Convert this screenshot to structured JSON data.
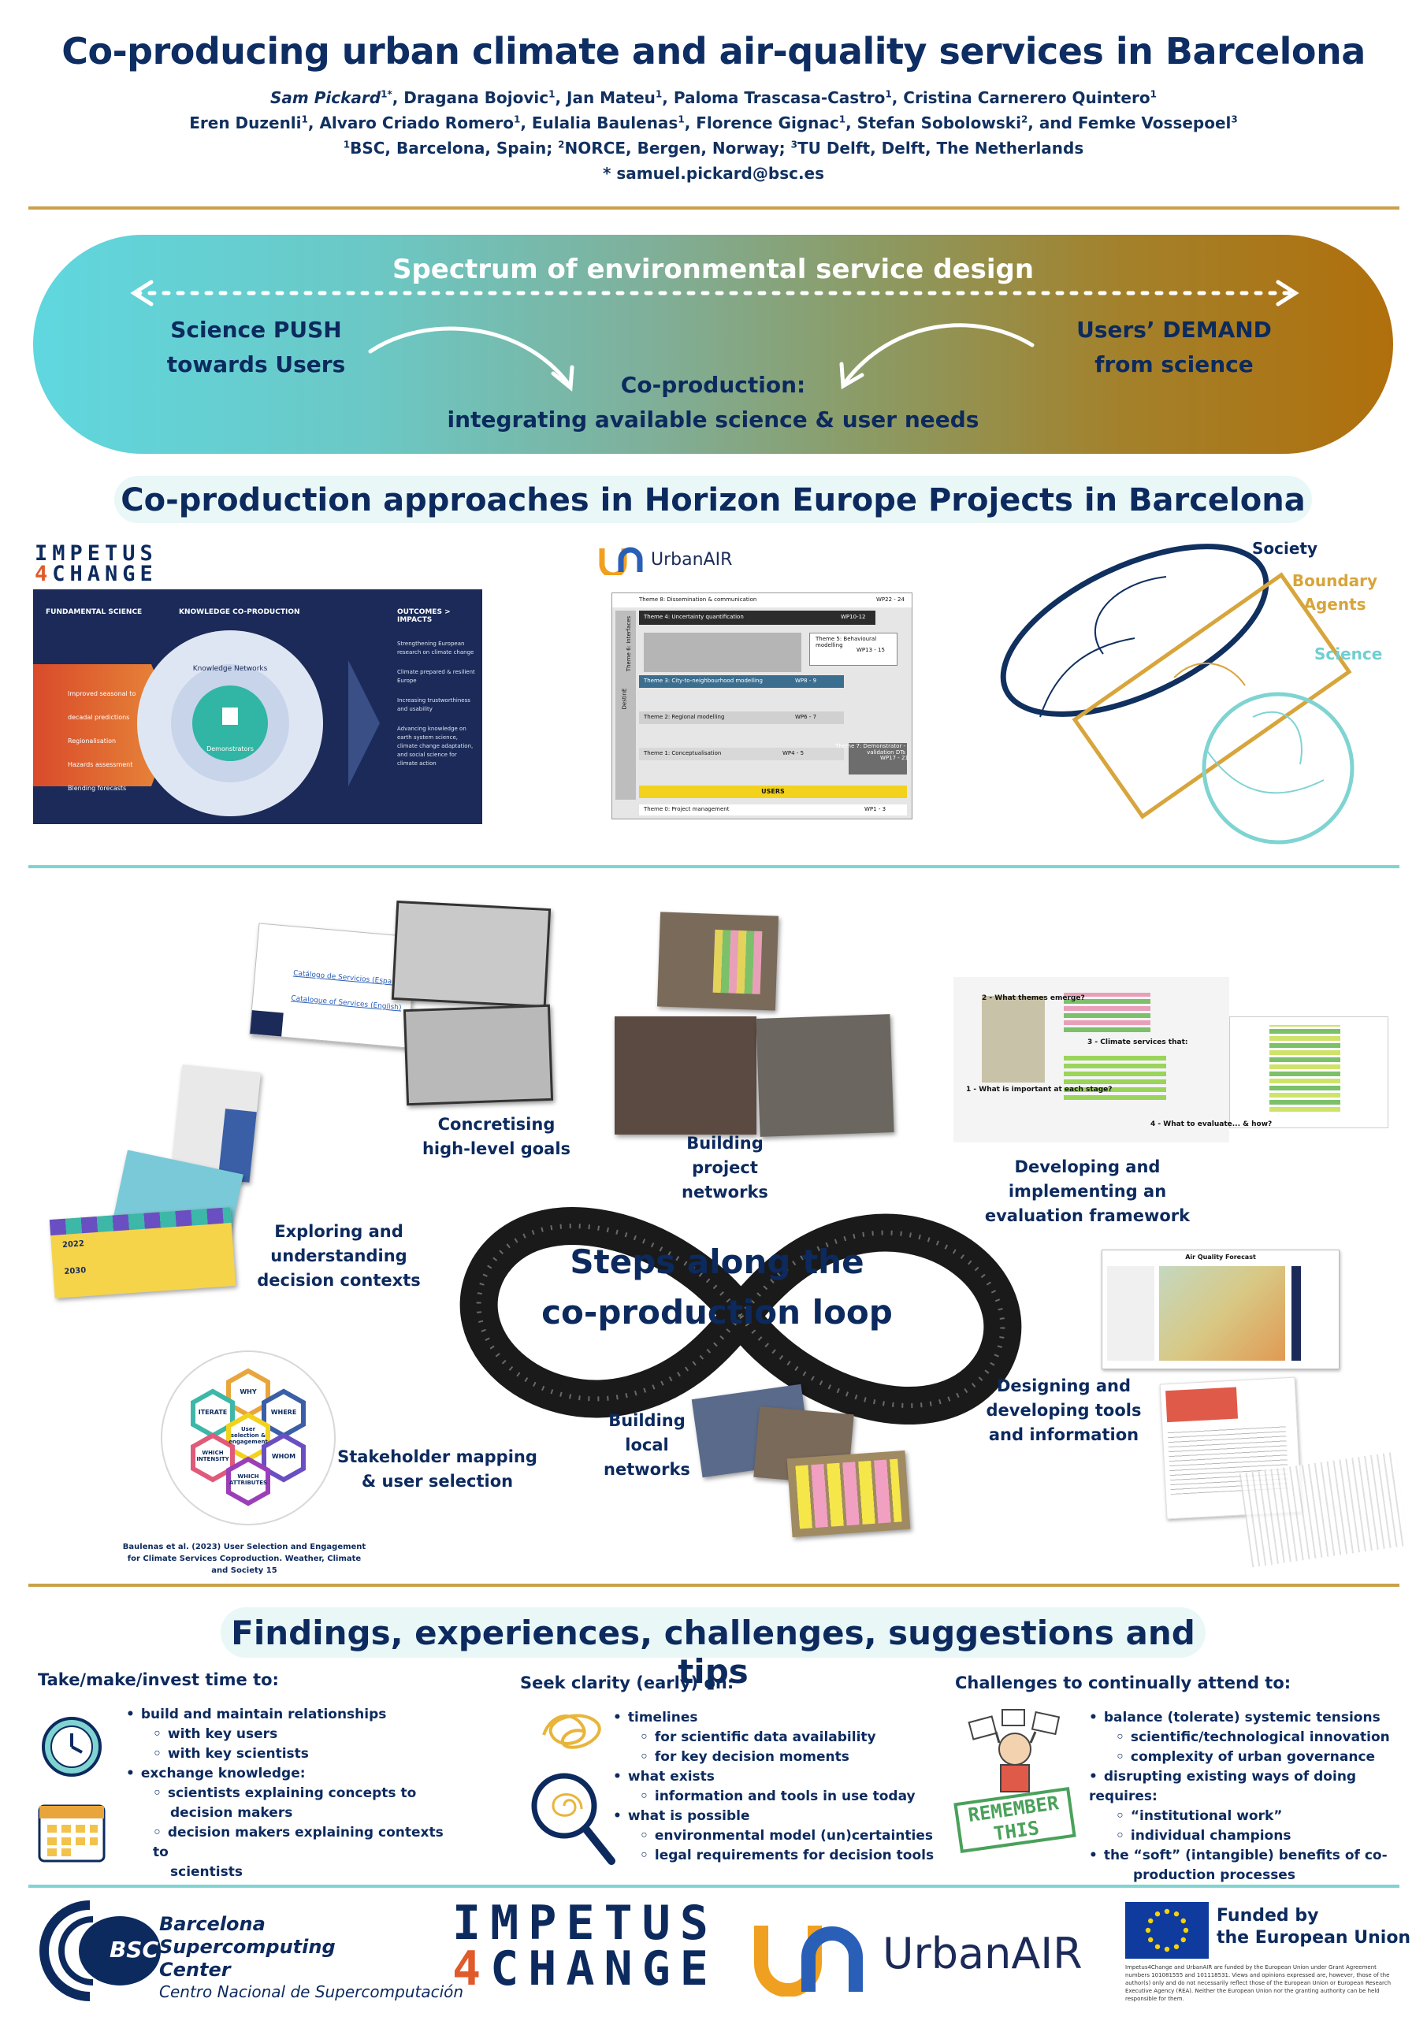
{
  "title": "Co-producing urban climate and air-quality services in Barcelona",
  "authors": {
    "line1": [
      {
        "name": "Sam Pickard",
        "sup": "1*"
      },
      {
        "name": "Dragana Bojovic",
        "sup": "1"
      },
      {
        "name": "Jan Mateu",
        "sup": "1"
      },
      {
        "name": "Paloma Trascasa-Castro",
        "sup": "1"
      },
      {
        "name": "Cristina Carnerero Quintero",
        "sup": "1"
      }
    ],
    "line2": [
      {
        "name": "Eren Duzenli",
        "sup": "1"
      },
      {
        "name": "Alvaro Criado Romero",
        "sup": "1"
      },
      {
        "name": "Eulalia Baulenas",
        "sup": "1"
      },
      {
        "name": "Florence Gignac",
        "sup": "1"
      },
      {
        "name": "Stefan Sobolowski",
        "sup": "2"
      },
      {
        "name": "and Femke Vossepoel",
        "sup": "3"
      }
    ],
    "affiliations": "BSC, Barcelona, Spain; NORCE, Bergen, Norway; TU Delft, Delft, The Netherlands",
    "aff_sup": [
      "1",
      "2",
      "3"
    ],
    "aff_parts": [
      "BSC, Barcelona, Spain; ",
      "NORCE, Bergen, Norway; ",
      "TU Delft, Delft, The Netherlands"
    ],
    "email": "* samuel.pickard@bsc.es"
  },
  "spectrum": {
    "heading": "Spectrum of environmental service design",
    "left_line1": "Science PUSH",
    "left_line2": "towards Users",
    "right_line1": "Users’ DEMAND",
    "right_line2": "from science",
    "center_line1": "Co-production:",
    "center_line2": "integrating available science & user needs"
  },
  "approaches": {
    "heading": "Co-production approaches in Horizon Europe Projects in Barcelona",
    "impetus_logo": [
      "IMPETUS",
      "4CHANGE"
    ],
    "impetus_figure": {
      "col1": "FUNDAMENTAL SCIENCE",
      "col2": "KNOWLEDGE CO-PRODUCTION",
      "col3": "OUTCOMES > IMPACTS",
      "left_items": [
        "Improved seasonal to decadal predictions",
        "Regionalisation",
        "Hazards assessment",
        "Blending forecasts"
      ],
      "center_top": "Knowledge Networks",
      "center_mid": "Demonstrators",
      "right_items": [
        "Strengthening European research on climate change",
        "Climate prepared & resilient Europe",
        "Increasing trustworthiness and usability",
        "Advancing knowledge on earth system science, climate change adaptation, and social science for climate action"
      ]
    },
    "urbanair_logo": "UrbanAIR",
    "urbanair_figure": {
      "t8": "Theme 8: Dissemination & communication",
      "t8wp": "WP22 - 24",
      "t4": "Theme 4: Uncertainty quantification",
      "t4wp": "WP10-12",
      "t5": "Theme 5: Behavioural modelling",
      "t5wp": "WP13 - 15",
      "t3": "Theme 3: City-to-neighbourhood modelling",
      "t3wp": "WP8 - 9",
      "t2": "Theme 2: Regional modelling",
      "t2wp": "WP6 - 7",
      "t1": "Theme 1: Conceptualisation",
      "t1wp": "WP4 - 5",
      "t7": "Theme 7: Demonstrator - validation DTs",
      "t7wp": "WP17 - 21",
      "users": "USERS",
      "t0": "Theme 0: Project management",
      "t0wp": "WP1 - 3",
      "side": "DestinE",
      "side2": "Theme 6: Interfaces"
    },
    "boundary": {
      "society": "Society",
      "agents_line1": "Boundary",
      "agents_line2": "Agents",
      "science": "Science"
    }
  },
  "loop": {
    "center_line1": "Steps along the",
    "center_line2": "co-production loop",
    "steps": {
      "concretising": [
        "Concretising",
        "high-level goals"
      ],
      "building_project": [
        "Building",
        "project",
        "networks"
      ],
      "developing_eval": [
        "Developing and",
        "implementing an",
        "evaluation framework"
      ],
      "exploring": [
        "Exploring and",
        "understanding",
        "decision contexts"
      ],
      "designing": [
        "Designing and",
        "developing tools",
        "and information"
      ],
      "stakeholder": [
        "Stakeholder mapping",
        "& user selection"
      ],
      "building_local": [
        "Building",
        "local",
        "networks"
      ]
    },
    "catalog": {
      "l1": "Catálogo de Servicios (Español)",
      "l2": "Catalogue of Services (English)"
    },
    "eval_labels": {
      "q2": "2 - What themes emerge?",
      "q3": "3 - Climate services that:",
      "q1": "1 - What is important at each stage?",
      "q4": "4 - What to evaluate... & how?"
    },
    "aq_title": "Air Quality Forecast",
    "hex_labels": [
      "WHY",
      "ITERATE",
      "WHERE",
      "User selection & engagement",
      "WHICH INTENSITY",
      "WHOM",
      "WHICH ATTRIBUTES"
    ],
    "citation": "Baulenas et al. (2023) User Selection and Engagement for Climate Services Coproduction. Weather, Climate and Society 15",
    "timeline_years": [
      "2030",
      "2022"
    ]
  },
  "findings": {
    "heading": "Findings, experiences, challenges, suggestions and tips",
    "col1": {
      "head": "Take/make/invest time to:",
      "items": [
        {
          "level": 1,
          "text": "build and maintain relationships"
        },
        {
          "level": 2,
          "text": "with key users"
        },
        {
          "level": 2,
          "text": "with key scientists"
        },
        {
          "level": 1,
          "text": "exchange knowledge:"
        },
        {
          "level": 2,
          "text": "scientists explaining concepts to"
        },
        {
          "level": 3,
          "text": "decision makers"
        },
        {
          "level": 2,
          "text": "decision makers explaining contexts to"
        },
        {
          "level": 3,
          "text": "scientists"
        }
      ]
    },
    "col2": {
      "head": "Seek clarity (early) on:",
      "items": [
        {
          "level": 1,
          "text": "timelines"
        },
        {
          "level": 2,
          "text": "for scientific data availability"
        },
        {
          "level": 2,
          "text": "for key decision moments"
        },
        {
          "level": 1,
          "text": "what exists"
        },
        {
          "level": 2,
          "text": "information and tools in use today"
        },
        {
          "level": 1,
          "text": "what is possible"
        },
        {
          "level": 2,
          "text": "environmental model (un)certainties"
        },
        {
          "level": 2,
          "text": "legal requirements for decision tools"
        }
      ]
    },
    "col3": {
      "head": "Challenges to continually attend to:",
      "items": [
        {
          "level": 1,
          "text": "balance (tolerate) systemic tensions"
        },
        {
          "level": 2,
          "text": "scientific/technological innovation"
        },
        {
          "level": 2,
          "text": "complexity of urban governance"
        },
        {
          "level": 1,
          "text": "disrupting existing ways of doing requires:"
        },
        {
          "level": 2,
          "text": "“institutional work”"
        },
        {
          "level": 2,
          "text": "individual champions"
        },
        {
          "level": 1,
          "text": "the “soft” (intangible) benefits of co-"
        },
        {
          "level": 3,
          "text": "production processes"
        }
      ],
      "stamp_line1": "REMEMBER",
      "stamp_line2": "THIS"
    }
  },
  "footer": {
    "bsc_abbr": "BSC",
    "bsc_line1": "Barcelona",
    "bsc_line2": "Supercomputing",
    "bsc_line3": "Center",
    "bsc_line4": "Centro Nacional de Supercomputación",
    "impetus_line1": "IMPETUS",
    "impetus_line2": "4CHANGE",
    "urbanair": "UrbanAIR",
    "eu_line1": "Funded by",
    "eu_line2": "the European Union",
    "eu_disclaimer": "Impetus4Change and UrbanAIR are funded by the European Union under Grant Agreement numbers 101081555 and 101118531. Views and opinions expressed are, however, those of the author(s) only and do not necessarily reflect those of the European Union or European Research Executive Agency (REA). Neither the European Union nor the granting authority can be held responsible for them."
  },
  "colors": {
    "navy": "#0c2a5e",
    "gold": "#c9a14a",
    "teal": "#7fd4d2",
    "cyan_end": "#5fd7df",
    "bronze_end": "#b06f0c"
  }
}
